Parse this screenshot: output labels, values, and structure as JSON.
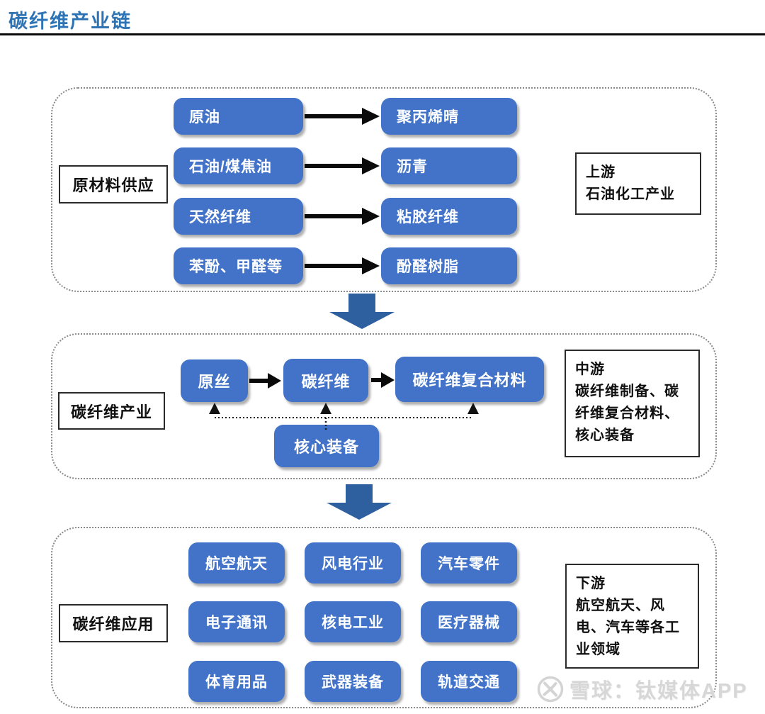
{
  "title": "碳纤维产业链",
  "colors": {
    "title_blue": "#2e74b5",
    "box_blue": "#4273c8",
    "flow_arrow_blue": "#2e5f9e",
    "connector_black": "#111111",
    "watermark_gray": "#d7d7d7"
  },
  "upstream": {
    "side_label": "原材料供应",
    "stage_label": "上游\n石油化工产业",
    "pairs": [
      {
        "from": "原油",
        "to": "聚丙烯晴"
      },
      {
        "from": "石油/煤焦油",
        "to": "沥青"
      },
      {
        "from": "天然纤维",
        "to": "粘胶纤维"
      },
      {
        "from": "苯酚、甲醛等",
        "to": "酚醛树脂"
      }
    ]
  },
  "midstream": {
    "side_label": "碳纤维产业",
    "stage_label": "中游\n碳纤维制备、碳纤维复合材料、核心装备",
    "flow": [
      "原丝",
      "碳纤维",
      "碳纤维复合材料"
    ],
    "equipment": "核心装备"
  },
  "downstream": {
    "side_label": "碳纤维应用",
    "stage_label": "下游\n航空航天、风电、汽车等各工业领域",
    "grid": [
      "航空航天",
      "风电行业",
      "汽车零件",
      "电子通讯",
      "核电工业",
      "医疗器械",
      "体育用品",
      "武器装备",
      "轨道交通"
    ]
  },
  "watermark": {
    "text": "雪球：钛媒体APP",
    "logo": "xueqiu-logo"
  }
}
